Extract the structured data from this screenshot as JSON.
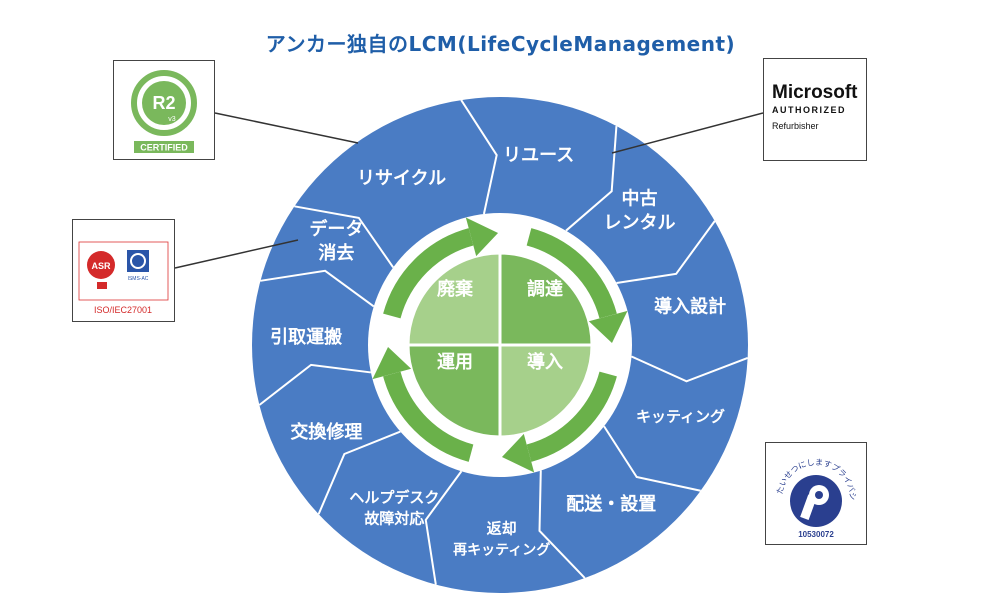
{
  "title": "アンカー独自のLCM(LifeCycleManagement)",
  "colors": {
    "ring_blue": "#4a7cc4",
    "ring_line": "#ffffff",
    "inner_green_light": "#a6d08b",
    "inner_green_mid": "#7ab85c",
    "arrow_green": "#6ab14a",
    "title_blue": "#1f5ea8"
  },
  "ring_segments": [
    {
      "lines": [
        "リサイクル"
      ]
    },
    {
      "lines": [
        "リユース"
      ]
    },
    {
      "lines": [
        "中古",
        "レンタル"
      ]
    },
    {
      "lines": [
        "導入設計"
      ]
    },
    {
      "lines": [
        "キッティング"
      ]
    },
    {
      "lines": [
        "配送・設置"
      ]
    },
    {
      "lines": [
        "返却",
        "再キッティング"
      ]
    },
    {
      "lines": [
        "ヘルプデスク",
        "故障対応"
      ]
    },
    {
      "lines": [
        "交換修理"
      ]
    },
    {
      "lines": [
        "引取運搬"
      ]
    },
    {
      "lines": [
        "データ",
        "消去"
      ]
    }
  ],
  "inner_quadrants": {
    "top_left": "廃棄",
    "top_right": "調達",
    "bottom_left": "運用",
    "bottom_right": "導入"
  },
  "badges": {
    "r2": {
      "main": "R2",
      "sub": "v3",
      "label": "CERTIFIED",
      "icon": "r2-certification-logo"
    },
    "microsoft": {
      "line1": "Microsoft",
      "line2": "AUTHORIZED",
      "line3": "Refurbisher"
    },
    "iso": {
      "mark1": "ASR",
      "mark2": "ISMS-AC",
      "label": "ISO/IEC27001",
      "icon": "isms-certification-logo"
    },
    "privacy": {
      "arc_text": "たいせつにしますプライバシー",
      "number": "10530072",
      "icon": "privacy-mark-logo"
    }
  }
}
